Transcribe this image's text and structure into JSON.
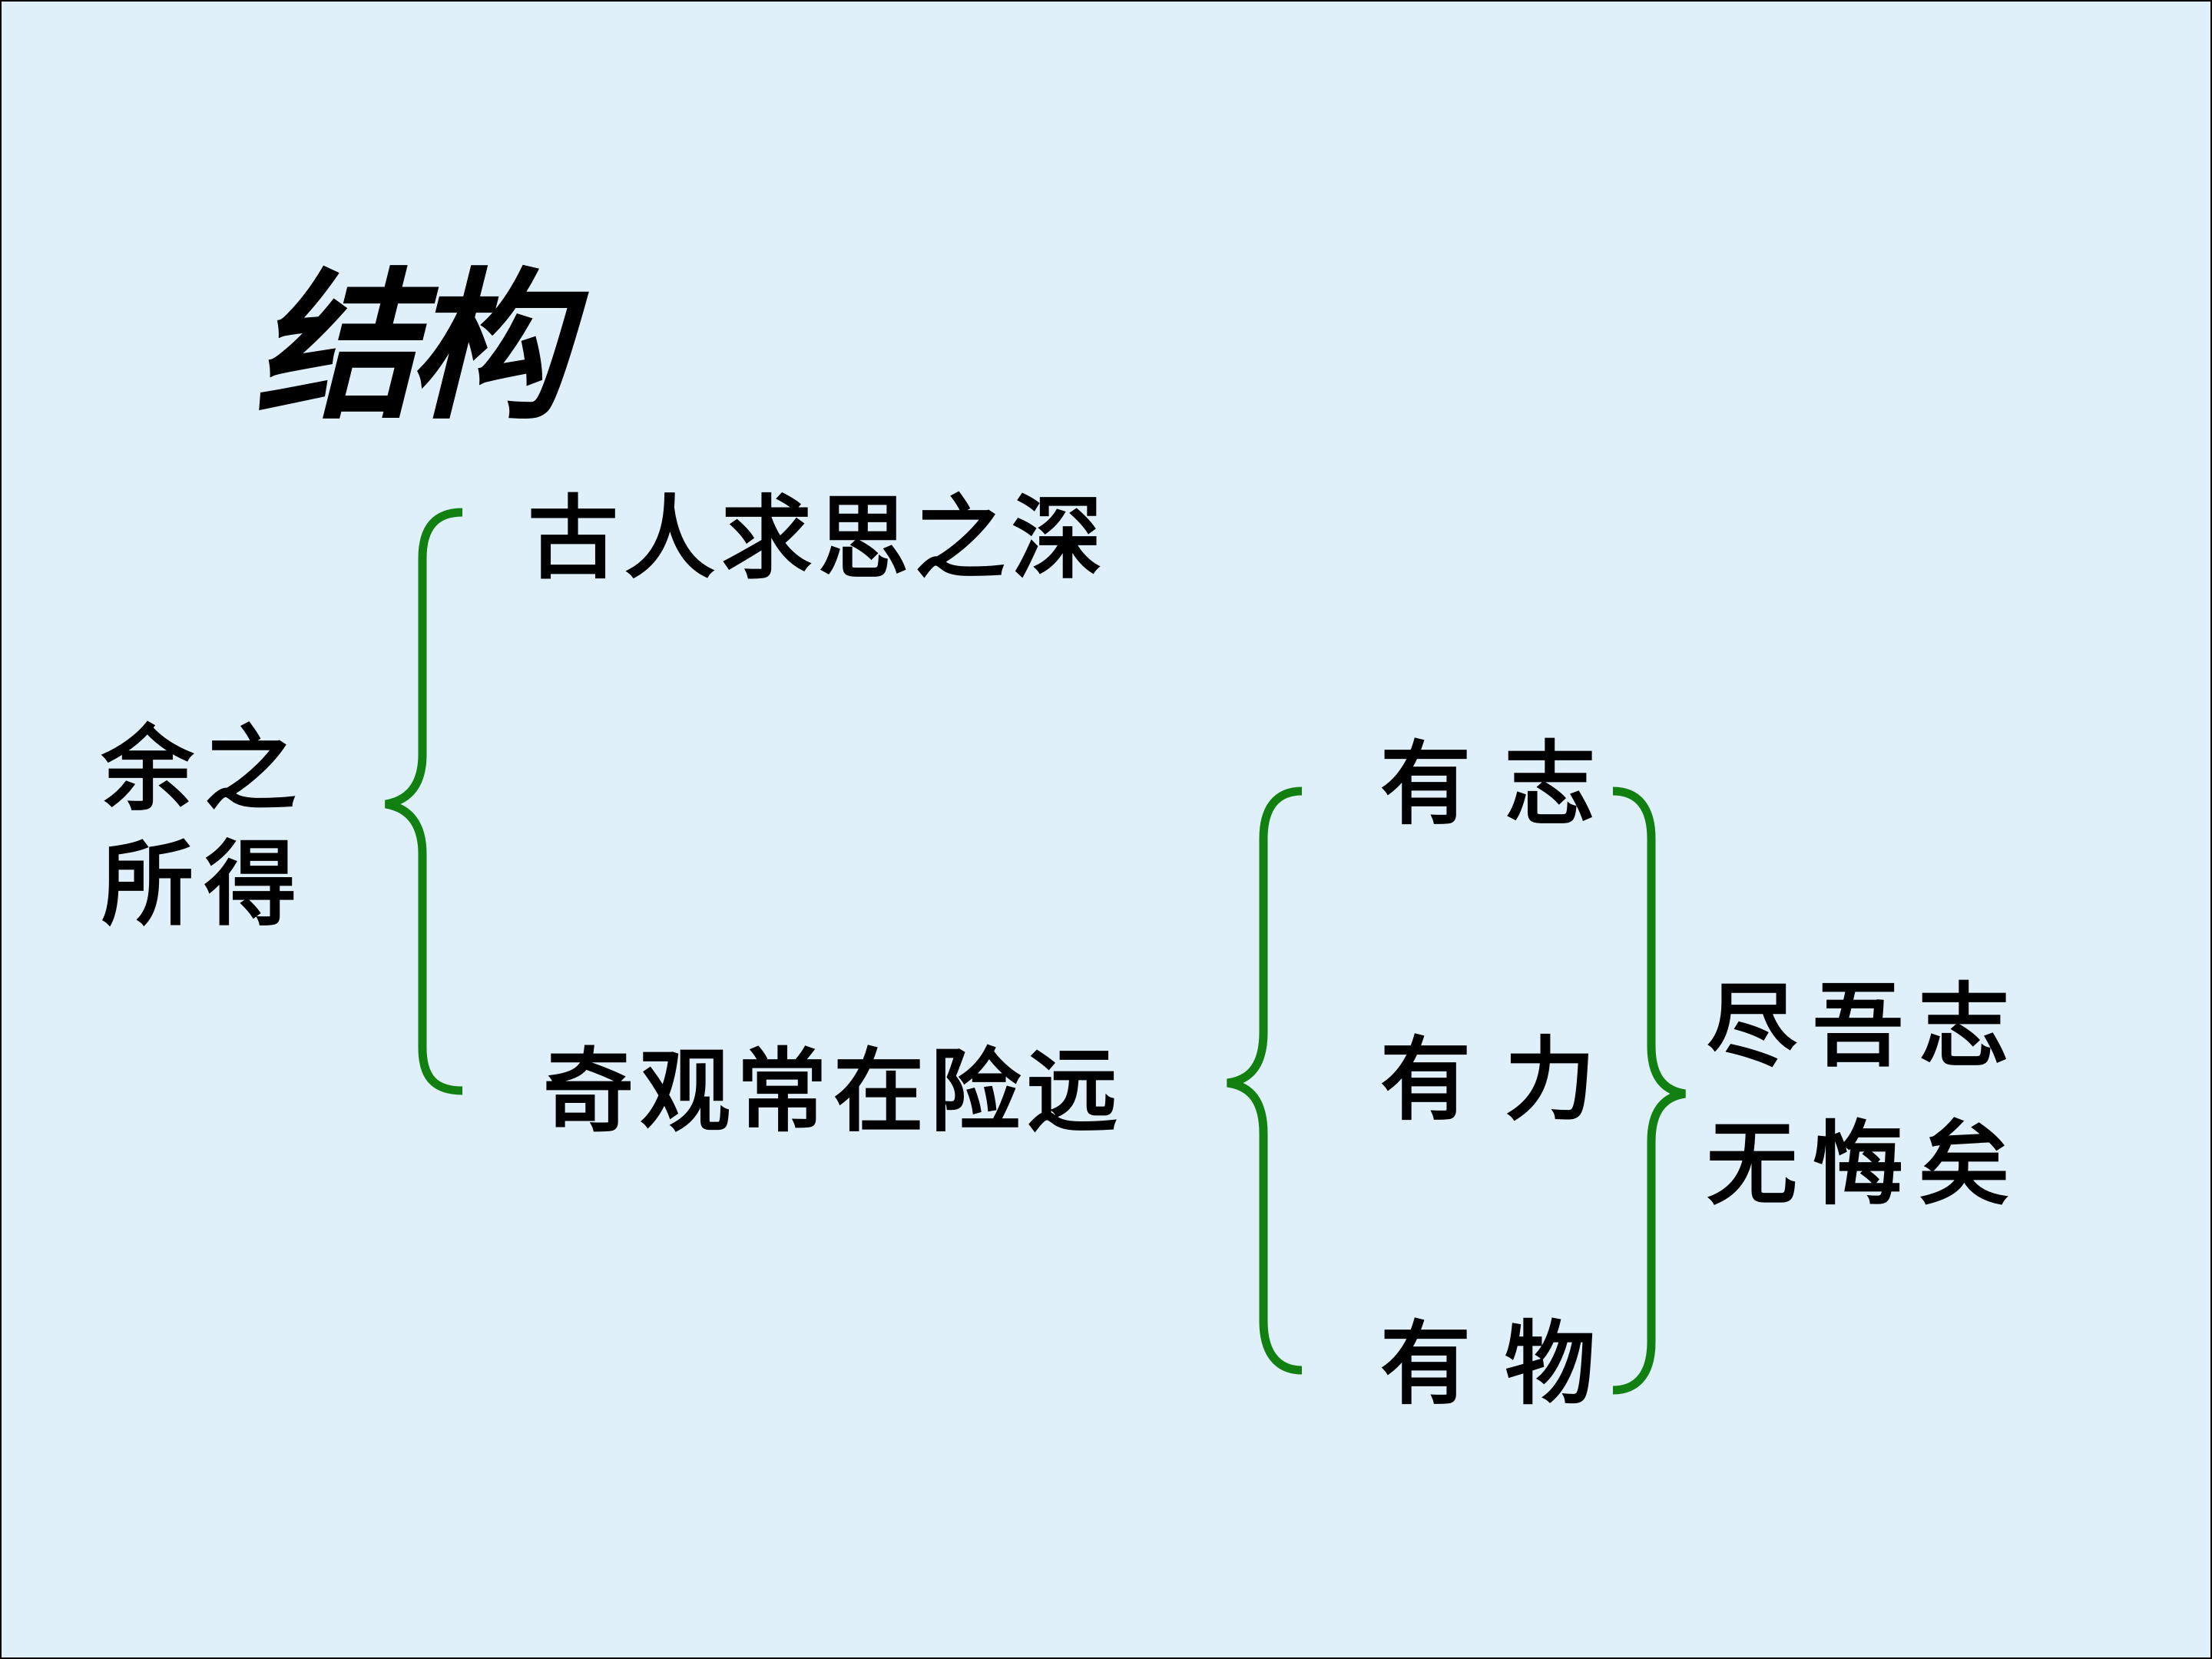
{
  "title": "结构",
  "root": {
    "line1": "余之",
    "line2": "所得"
  },
  "branches": {
    "top": "古人求思之深",
    "bottom": "奇观常在险远"
  },
  "sub_items": [
    "有志",
    "有力",
    "有物"
  ],
  "conclusion": {
    "line1": "尽吾志",
    "line2": "无悔矣"
  },
  "colors": {
    "background": "#dff0fa",
    "brace": "#118011",
    "text": "#000000"
  }
}
